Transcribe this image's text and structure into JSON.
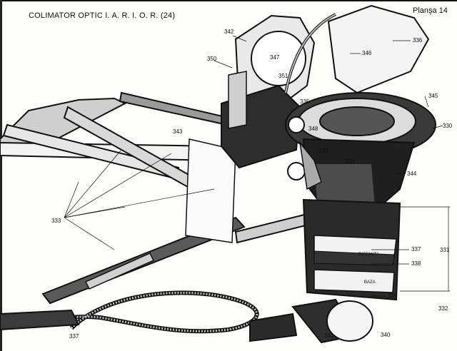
{
  "header": {
    "title": "COLIMATOR OPTIC I. A. R. I. O. R. (24)",
    "plate": "Planşa 14"
  },
  "labels": {
    "p342": "342",
    "p336": "336",
    "p350": "350",
    "p347": "347",
    "p346": "346",
    "p351": "351",
    "p335": "335",
    "p345": "345",
    "p348": "348",
    "p343a": "343",
    "p343b": "343",
    "p330": "330",
    "p334": "334",
    "p344": "344",
    "p333": "333",
    "p337a": "337",
    "p338": "338",
    "p331": "331",
    "p339": "339",
    "p332": "332",
    "p337b": "337",
    "p341": "341",
    "p340": "340"
  },
  "scale_text": {
    "distance": "DISTANTA",
    "base": "BAZA"
  }
}
